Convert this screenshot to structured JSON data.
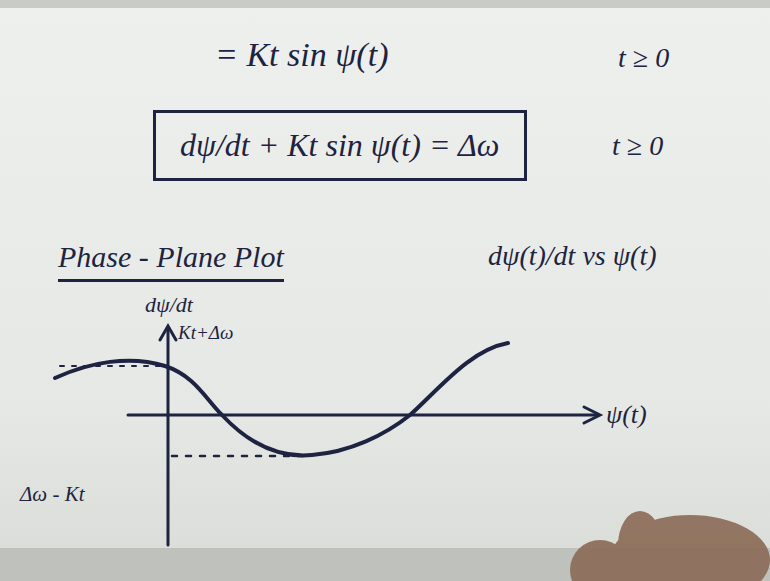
{
  "diagram": {
    "nodes": [
      {
        "text": [
          "dψ/dt + Kt sin ψ(t) = Δω"
        ]
      }
    ],
    "labels": [
      "= Kt sin ψ(t)",
      "t ≥ 0",
      "t ≥ 0",
      "Phase - Plane Plot",
      "dψ(t)/dt vs ψ(t)",
      "dψ/dt",
      "Kt+Δω",
      "Δω - Kt",
      "ψ(t)"
    ]
  }
}
